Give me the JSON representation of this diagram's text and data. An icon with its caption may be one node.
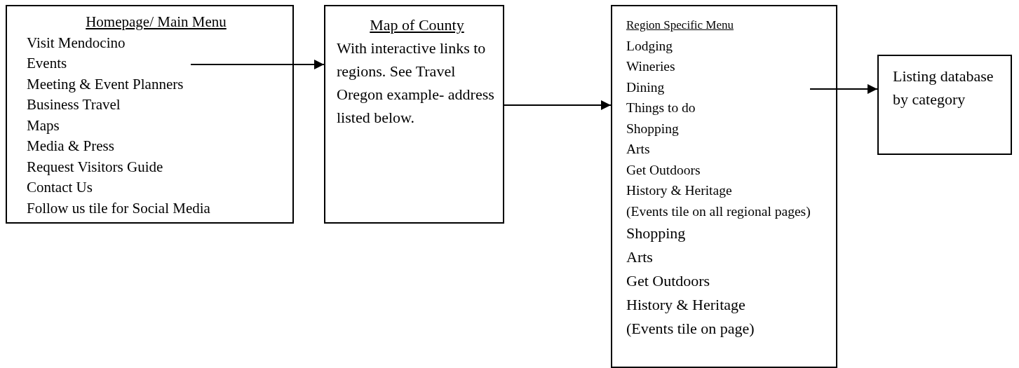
{
  "diagram": {
    "nodes": [
      {
        "text": [
          "Homepage/ Main Menu",
          "Visit Mendocino",
          "Events",
          "Meeting & Event Planners",
          "Business Travel",
          "Maps",
          "Media & Press",
          "Request Visitors Guide",
          "Contact Us",
          "Follow us tile for Social Media"
        ]
      },
      {
        "text": [
          "Map of County",
          "With interactive links to regions. See Travel Oregon example- address listed below."
        ]
      },
      {
        "text": [
          "Region Specific Menu",
          "Lodging",
          "Wineries",
          "Dining",
          "Things to do",
          "Shopping",
          "Arts",
          "Get Outdoors",
          "History & Heritage",
          "(Events tile on all regional pages)",
          "Shopping",
          "Arts",
          "Get Outdoors",
          "History & Heritage",
          "(Events tile on page)"
        ]
      },
      {
        "text": [
          "Listing database by category"
        ]
      }
    ],
    "edges": [
      {
        "from": 0,
        "to": 1,
        "arrow": "to"
      },
      {
        "from": 1,
        "to": 2,
        "arrow": "to"
      },
      {
        "from": 2,
        "to": 3,
        "arrow": "to"
      }
    ]
  }
}
